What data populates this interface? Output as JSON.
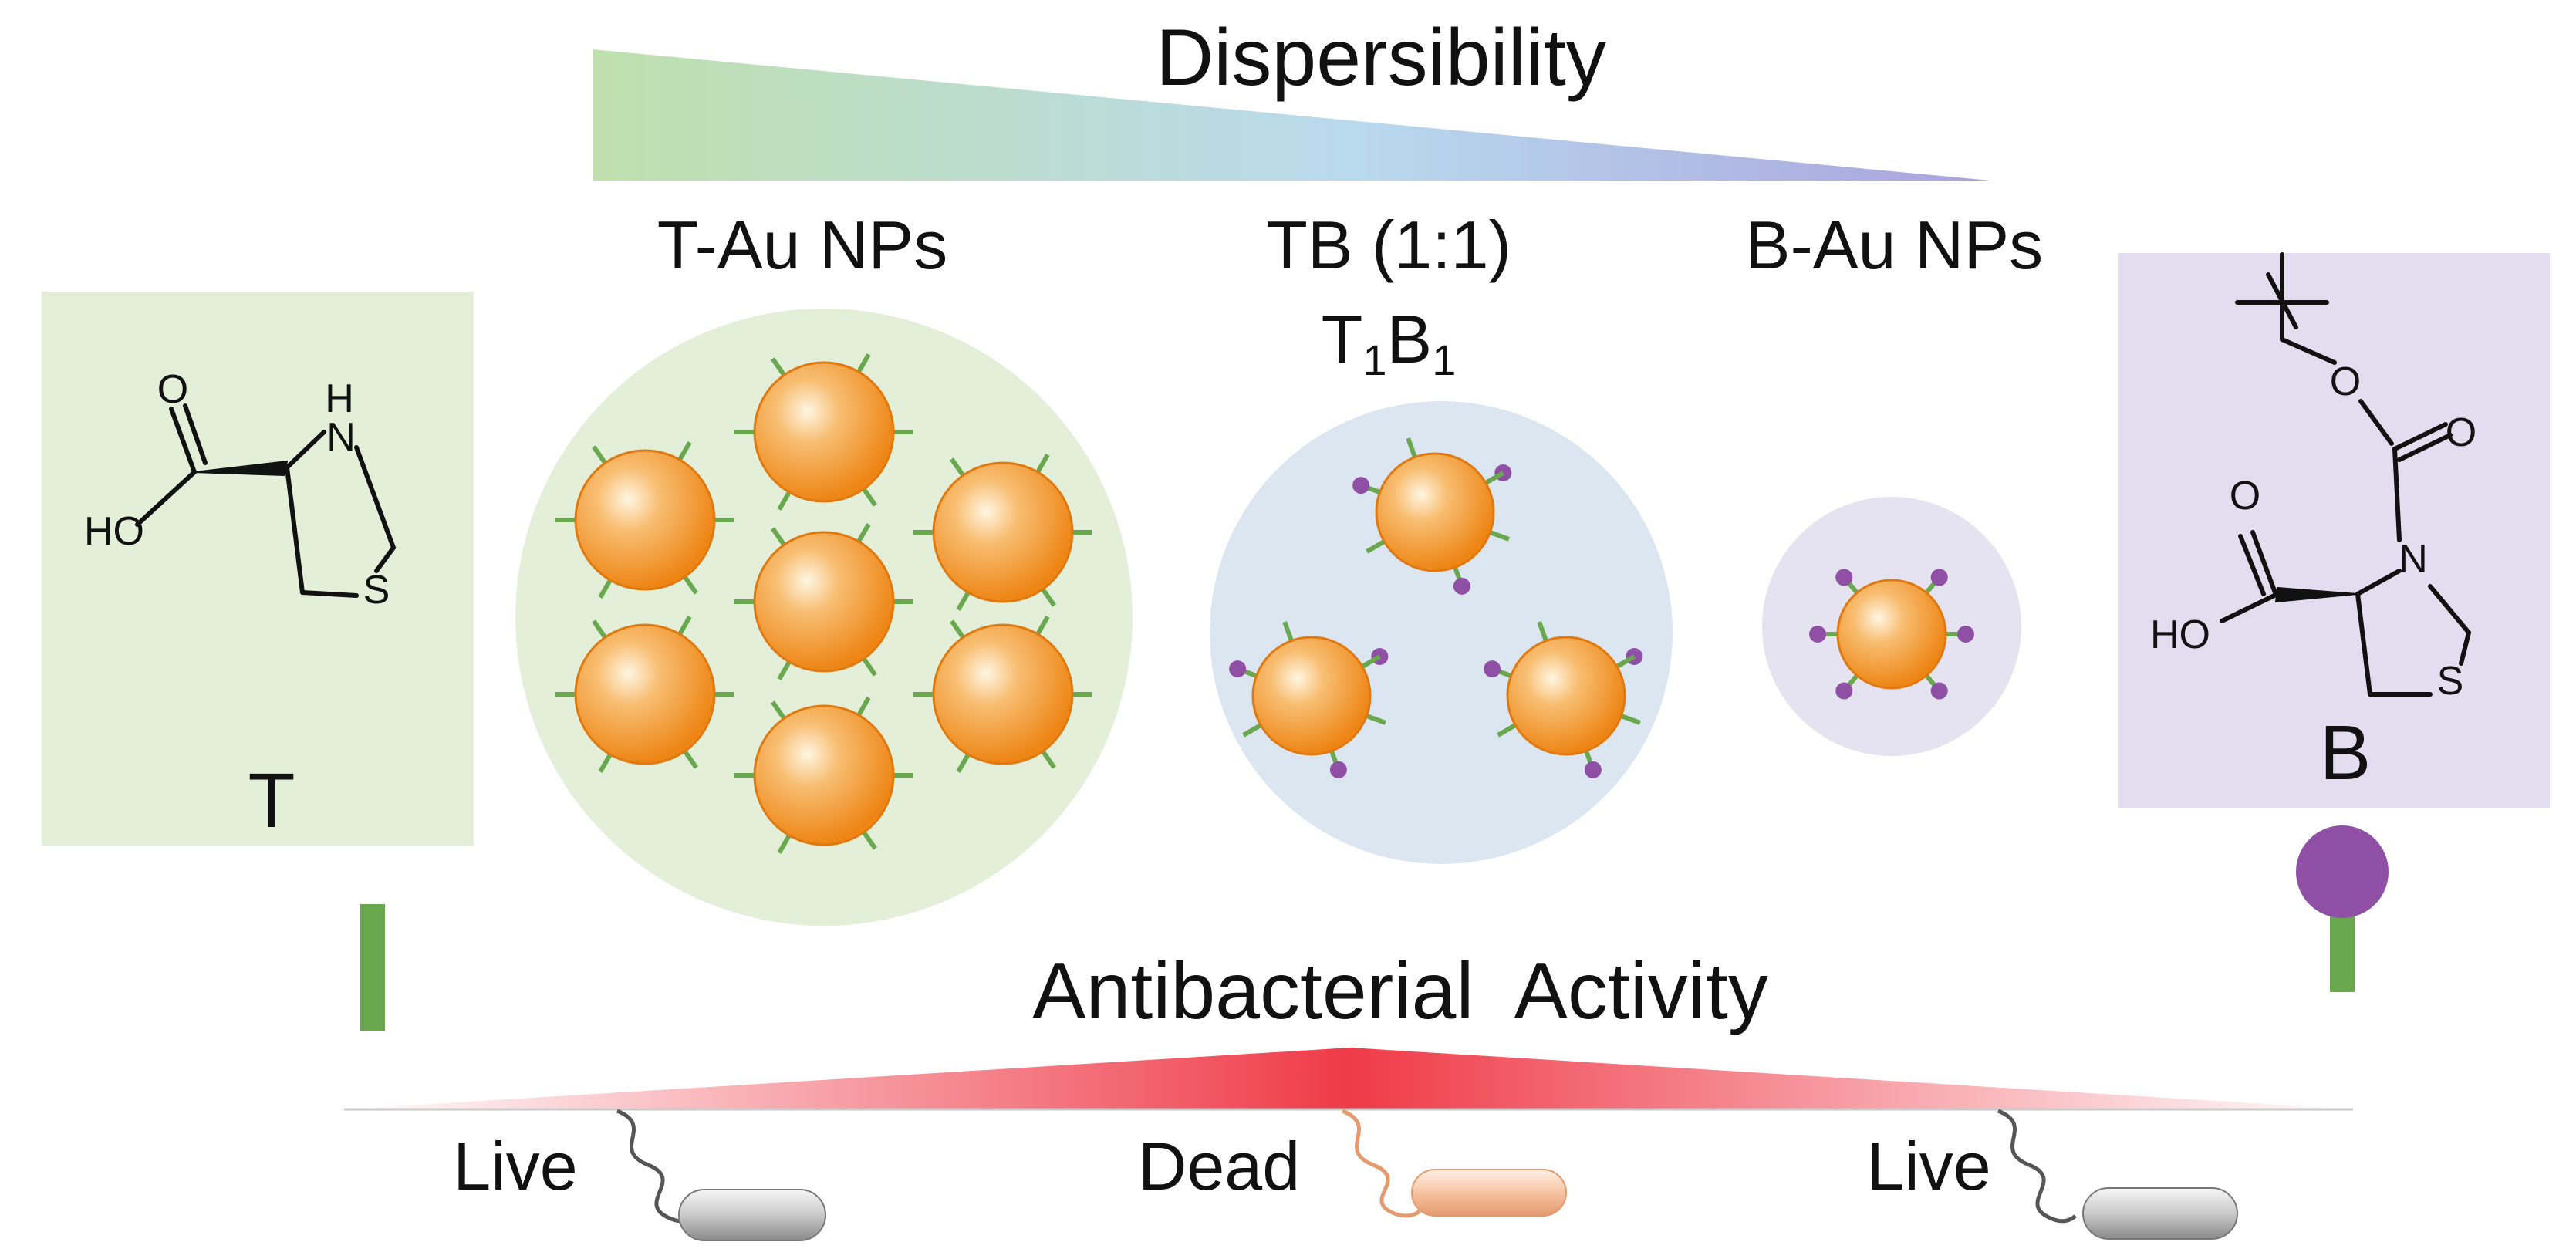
{
  "dispersibility": {
    "label": "Dispersibility"
  },
  "groups": {
    "t_au": {
      "label": "T-Au NPs"
    },
    "tb": {
      "label": "TB (1:1)",
      "formula_t": "T",
      "formula_t_sub": "1",
      "formula_b": "B",
      "formula_b_sub": "1"
    },
    "b_au": {
      "label": "B-Au NPs"
    }
  },
  "molecule_t": {
    "name": "T",
    "atom_o": "O",
    "atom_ho": "HO",
    "atom_h": "H",
    "atom_n": "N",
    "atom_s": "S"
  },
  "molecule_b": {
    "name": "B",
    "atom_o1": "O",
    "atom_o2": "O",
    "atom_o3": "O",
    "atom_ho": "HO",
    "atom_n": "N",
    "atom_s": "S"
  },
  "activity": {
    "label": "Antibacterial  Activity"
  },
  "bacteria": {
    "left": "Live",
    "middle": "Dead",
    "right": "Live"
  },
  "colors": {
    "t_panel": "#e3efd9",
    "b_panel": "#e2ddef",
    "t_ligand": "#6aa84f",
    "b_ligand": "#8e4fa5",
    "np_core": "#f39a2c",
    "activity_red": "#ee3a47"
  }
}
